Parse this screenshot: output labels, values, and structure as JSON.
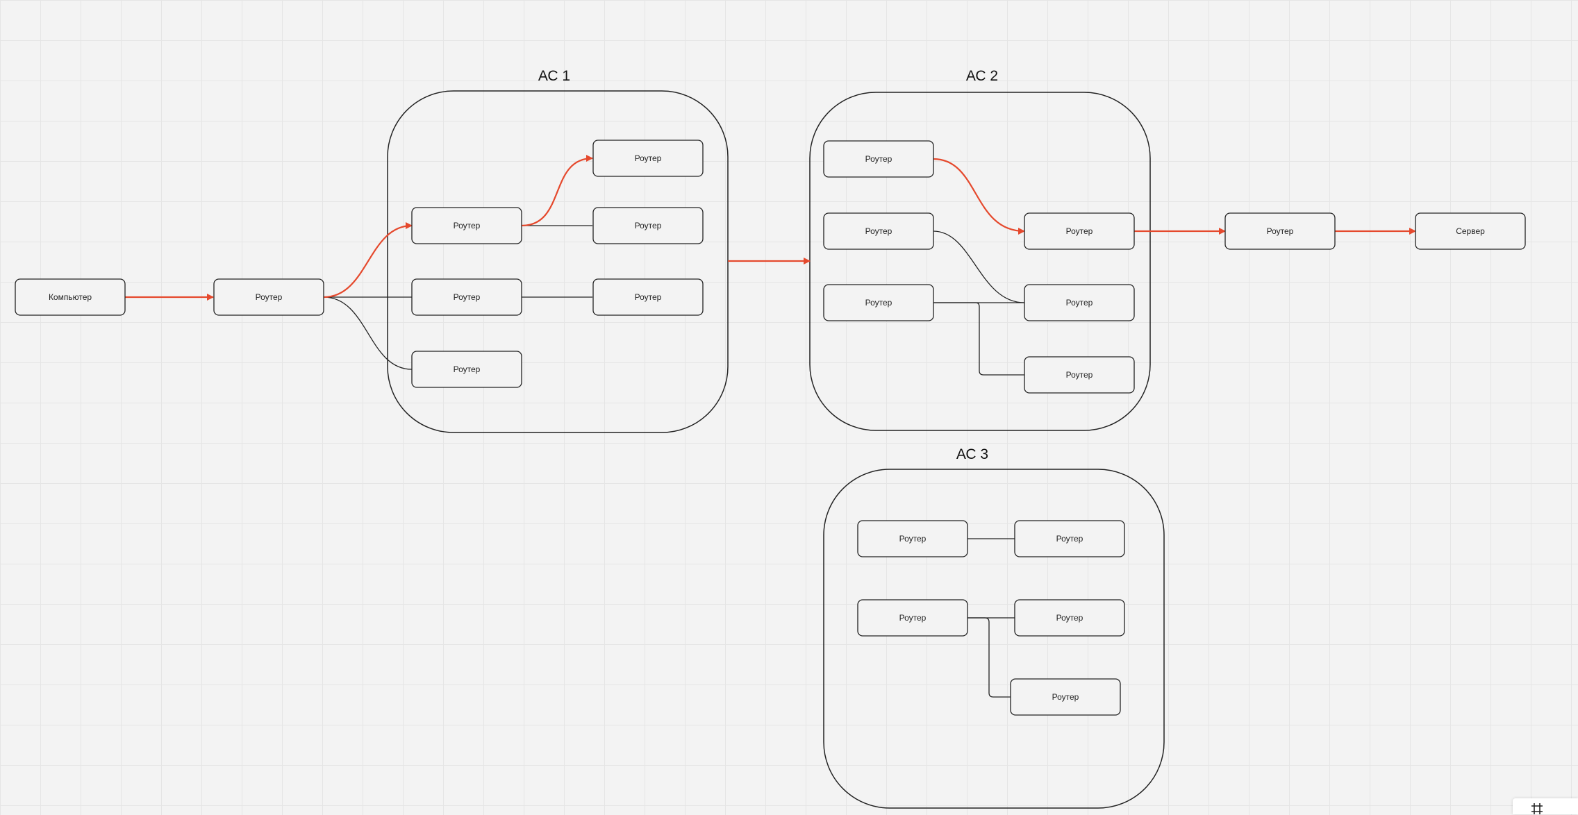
{
  "colors": {
    "highlight": "#e5492d",
    "line": "#222222",
    "node_fill": "#f3f3f3",
    "background": "#f3f3f3"
  },
  "groups": {
    "as1": {
      "title": "АС 1"
    },
    "as2": {
      "title": "АС 2"
    },
    "as3": {
      "title": "АС 3"
    }
  },
  "nodes": {
    "computer": "Компьютер",
    "router_entry": "Роутер",
    "as1_r_mid1": "Роутер",
    "as1_r_mid2": "Роутер",
    "as1_r_mid3": "Роутер",
    "as1_r_top": "Роутер",
    "as1_r_right2": "Роутер",
    "as1_r_right3": "Роутер",
    "as2_r_left1": "Роутер",
    "as2_r_left2": "Роутер",
    "as2_r_left3": "Роутер",
    "as2_r_right1": "Роутер",
    "as2_r_right2": "Роутер",
    "as2_r_right3": "Роутер",
    "router_exit": "Роутер",
    "server": "Сервер",
    "as3_r_a": "Роутер",
    "as3_r_b": "Роутер",
    "as3_r_c": "Роутер",
    "as3_r_d": "Роутер",
    "as3_r_e": "Роутер"
  },
  "toolbar": {
    "frame_icon": "frame-tool-icon"
  }
}
